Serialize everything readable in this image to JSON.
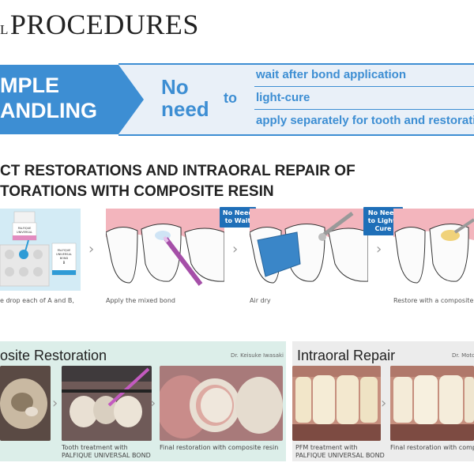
{
  "header": {
    "title_small": "L",
    "title": "PROCEDURES"
  },
  "banner": {
    "left_label_line1": "MPLE",
    "left_label_line2": "ANDLING",
    "no_need_line1": "No",
    "no_need_line2": "need",
    "to": "to",
    "options": [
      "wait after bond application",
      "light-cure",
      "apply separately for tooth and restoration"
    ]
  },
  "section": {
    "title_line1": "CT RESTORATIONS AND INTRAORAL REPAIR OF",
    "title_line2": "TORATIONS WITH COMPOSITE RESIN"
  },
  "steps": [
    {
      "caption": "e drop each of A and B,",
      "bottle_a_label": "A PALFIQUE UNIVERSAL BOND",
      "bottle_b_label": "PALFIQUE UNIVERSAL BOND B"
    },
    {
      "caption": "Apply the mixed bond",
      "tag": "No Need to Wait"
    },
    {
      "caption": "Air dry",
      "tag": "No Need to Light-Cure"
    },
    {
      "caption": "Restore with a composite re"
    }
  ],
  "panels": {
    "left": {
      "title": "osite Restoration",
      "doctor": "Dr. Keisuke Iwasaki",
      "captions": [
        "Tooth treatment with PALFIQUE UNIVERSAL BOND",
        "Final restoration with composite resin"
      ]
    },
    "right": {
      "title": "Intraoral Repair",
      "doctor": "Dr. Motoh",
      "captions": [
        "PFM treatment with PALFIQUE UNIVERSAL BOND",
        "Final restoration with compo"
      ]
    }
  },
  "colors": {
    "accent": "#3d8ed3",
    "tag_blue": "#1f6fb8",
    "panel_left_bg": "#dceee9",
    "panel_right_bg": "#ececec"
  }
}
